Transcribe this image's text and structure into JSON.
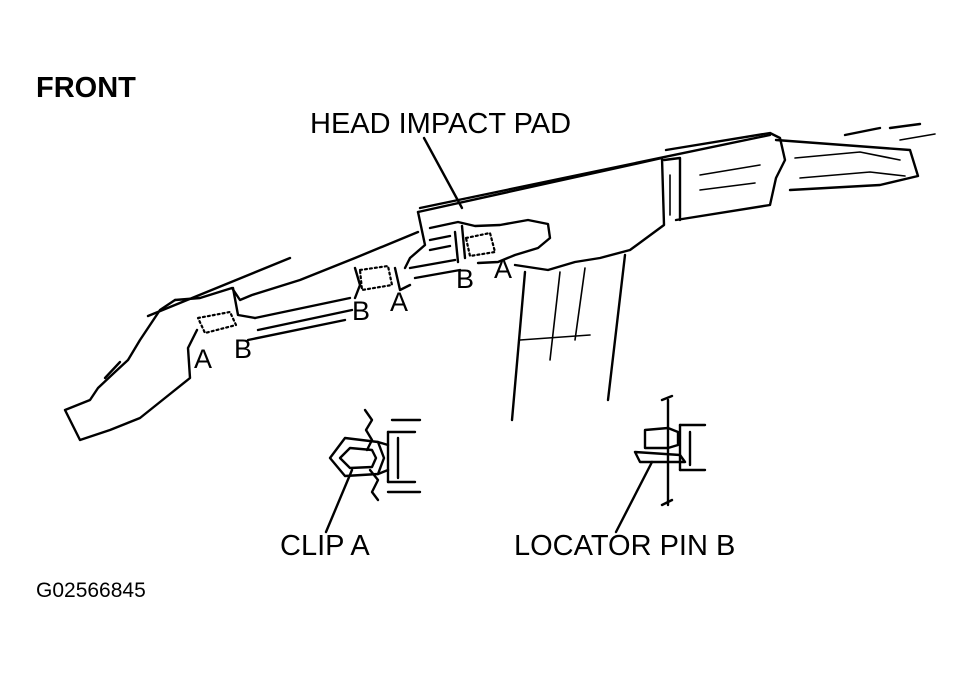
{
  "labels": {
    "front": "FRONT",
    "head_impact_pad": "HEAD IMPACT PAD",
    "clip_a": "CLIP A",
    "locator_pin_b": "LOCATOR PIN B",
    "figure_id": "G02566845"
  },
  "markers": {
    "a1": "A",
    "b1": "B",
    "b2": "B",
    "a2": "A",
    "b3": "B",
    "a3": "A"
  },
  "colors": {
    "line": "#000000",
    "background": "#ffffff"
  }
}
